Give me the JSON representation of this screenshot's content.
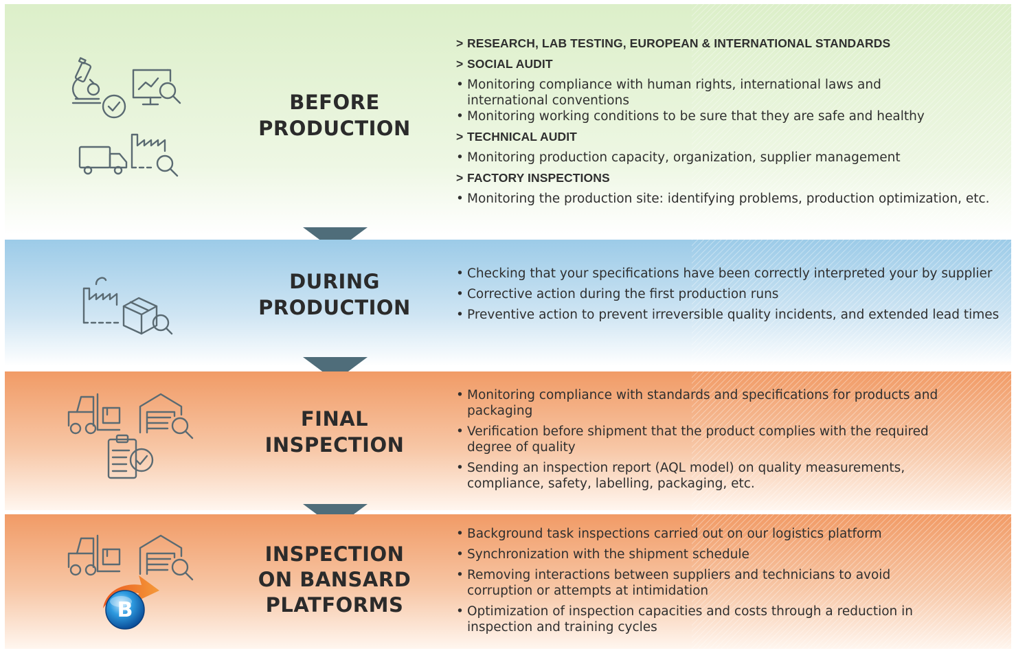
{
  "colors": {
    "before_band": "#dcefc9",
    "during_band": "#9ccbe8",
    "final_band": "#f19b66",
    "arrow": "#4f6d7a",
    "icon_stroke": "#5a6a72"
  },
  "stages": [
    {
      "title_lines": [
        "BEFORE",
        "PRODUCTION"
      ],
      "icons": [
        "microscope-icon",
        "check-icon",
        "analytics-monitor-icon",
        "truck-icon",
        "factory-search-icon"
      ],
      "items": [
        {
          "type": "heading",
          "text": "RESEARCH, LAB TESTING, EUROPEAN & INTERNATIONAL STANDARDS"
        },
        {
          "type": "heading",
          "text": "SOCIAL AUDIT"
        },
        {
          "type": "bullet",
          "text": "Monitoring compliance with human rights, international laws and international conventions"
        },
        {
          "type": "bullet",
          "text": "Monitoring working conditions to be sure that they are safe and healthy"
        },
        {
          "type": "heading",
          "text": "TECHNICAL AUDIT"
        },
        {
          "type": "bullet",
          "text": "Monitoring production capacity, organization, supplier management"
        },
        {
          "type": "heading",
          "text": "FACTORY INSPECTIONS"
        },
        {
          "type": "bullet",
          "text": "Monitoring the production site: identifying problems, production optimization, etc."
        }
      ]
    },
    {
      "title_lines": [
        "DURING",
        "PRODUCTION"
      ],
      "icons": [
        "factory-box-search-icon"
      ],
      "items": [
        {
          "type": "bullet",
          "text": "Checking that your specifications have been correctly interpreted your by supplier"
        },
        {
          "type": "bullet",
          "text": "Corrective action during the first production runs"
        },
        {
          "type": "bullet",
          "text": "Preventive action to prevent irreversible quality incidents, and extended lead times"
        }
      ]
    },
    {
      "title_lines": [
        "FINAL",
        "INSPECTION"
      ],
      "icons": [
        "forklift-icon",
        "warehouse-search-icon",
        "clipboard-check-icon"
      ],
      "items": [
        {
          "type": "bullet",
          "text": "Monitoring compliance with standards and specifications for products and packaging"
        },
        {
          "type": "bullet",
          "text": "Verification before shipment that the product complies with the required degree of quality"
        },
        {
          "type": "bullet",
          "text": "Sending an inspection report (AQL model) on quality measurements, compliance, safety, labelling, packaging, etc."
        }
      ]
    },
    {
      "title_lines": [
        "INSPECTION",
        "ON BANSARD",
        "PLATFORMS"
      ],
      "icons": [
        "forklift-icon",
        "warehouse-search-icon",
        "bansard-logo"
      ],
      "logo_letter": "B",
      "items": [
        {
          "type": "bullet",
          "text": "Background task inspections carried out on our logistics platform"
        },
        {
          "type": "bullet",
          "text": "Synchronization with the shipment schedule"
        },
        {
          "type": "bullet",
          "text": "Removing interactions between suppliers and technicians to avoid corruption or attempts at intimidation"
        },
        {
          "type": "bullet",
          "text": "Optimization of inspection capacities and costs through a reduction in inspection and training cycles"
        }
      ]
    }
  ]
}
